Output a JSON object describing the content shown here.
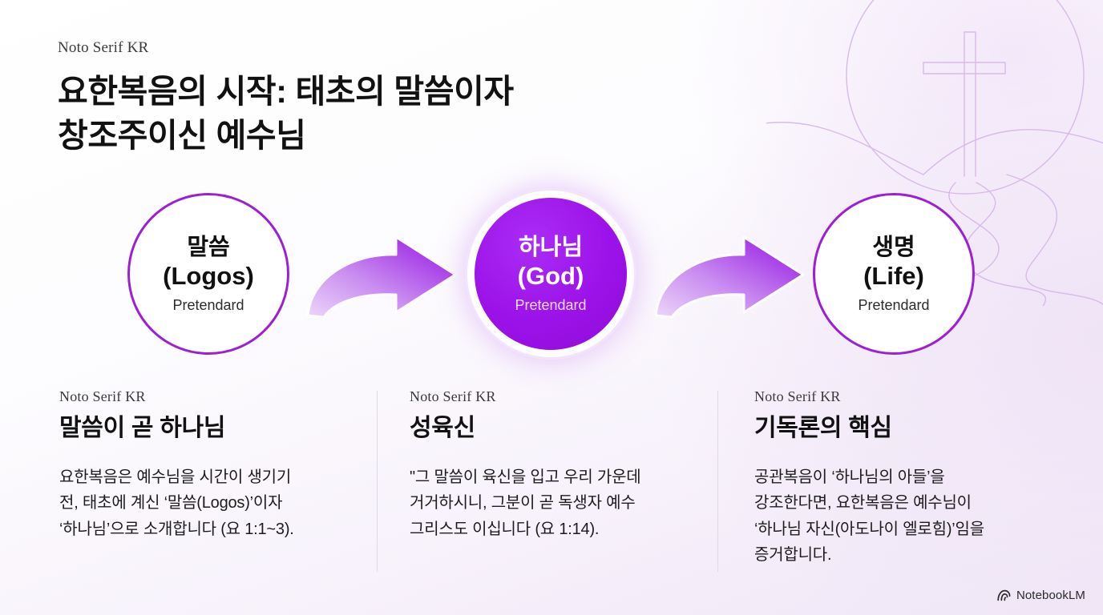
{
  "header": {
    "font_tag": "Noto Serif KR",
    "title": "요한복음의 시작: 태초의 말씀이자\n창조주이신 예수님"
  },
  "diagram": {
    "nodes": [
      {
        "id": "logos",
        "kr": "말씀",
        "en": "(Logos)",
        "sub": "Pretendard",
        "style": "outline"
      },
      {
        "id": "god",
        "kr": "하나님",
        "en": "(God)",
        "sub": "Pretendard",
        "style": "filled"
      },
      {
        "id": "life",
        "kr": "생명",
        "en": "(Life)",
        "sub": "Pretendard",
        "style": "outline"
      }
    ],
    "arrows": [
      {
        "id": "arrow-1",
        "icon": "curved-arrow-right-icon"
      },
      {
        "id": "arrow-2",
        "icon": "curved-arrow-right-icon"
      }
    ]
  },
  "columns": [
    {
      "font_tag": "Noto Serif KR",
      "heading": "말씀이 곧 하나님",
      "body": "요한복음은 예수님을 시간이 생기기\n전, 태초에 계신 ‘말씀(Logos)’이자\n‘하나님’으로 소개합니다 (요 1:1~3)."
    },
    {
      "font_tag": "Noto Serif KR",
      "heading": "성육신",
      "body": "\"그 말씀이 육신을 입고 우리 가운데\n거거하시니, 그분이 곧 독생자 예수\n그리스도 이십니다 (요 1:14)."
    },
    {
      "font_tag": "Noto Serif KR",
      "heading": "기독론의 핵심",
      "body": "공관복음이 ‘하나님의 아들’을\n강조한다면, 요한복음은 예수님이\n‘하나님 자신(아도나이 엘로힘)’임을\n증거합니다."
    }
  ],
  "brand": {
    "name": "NotebookLM",
    "icon": "notebooklm-arc-icon"
  },
  "decor": {
    "cross": "cross-icon",
    "sun": "circle-outline",
    "path": "winding-path"
  },
  "colors": {
    "accent_purple": "#9b1fd4",
    "node_fill": "#9b12e8",
    "arrow_light": "#e2bdf6",
    "arrow_dark": "#9b12e8",
    "decor_line": "#d9b9ea",
    "divider": "#dedbe4",
    "text_primary": "#111111",
    "bg_start": "#ffffff",
    "bg_end": "#efe6f6"
  }
}
